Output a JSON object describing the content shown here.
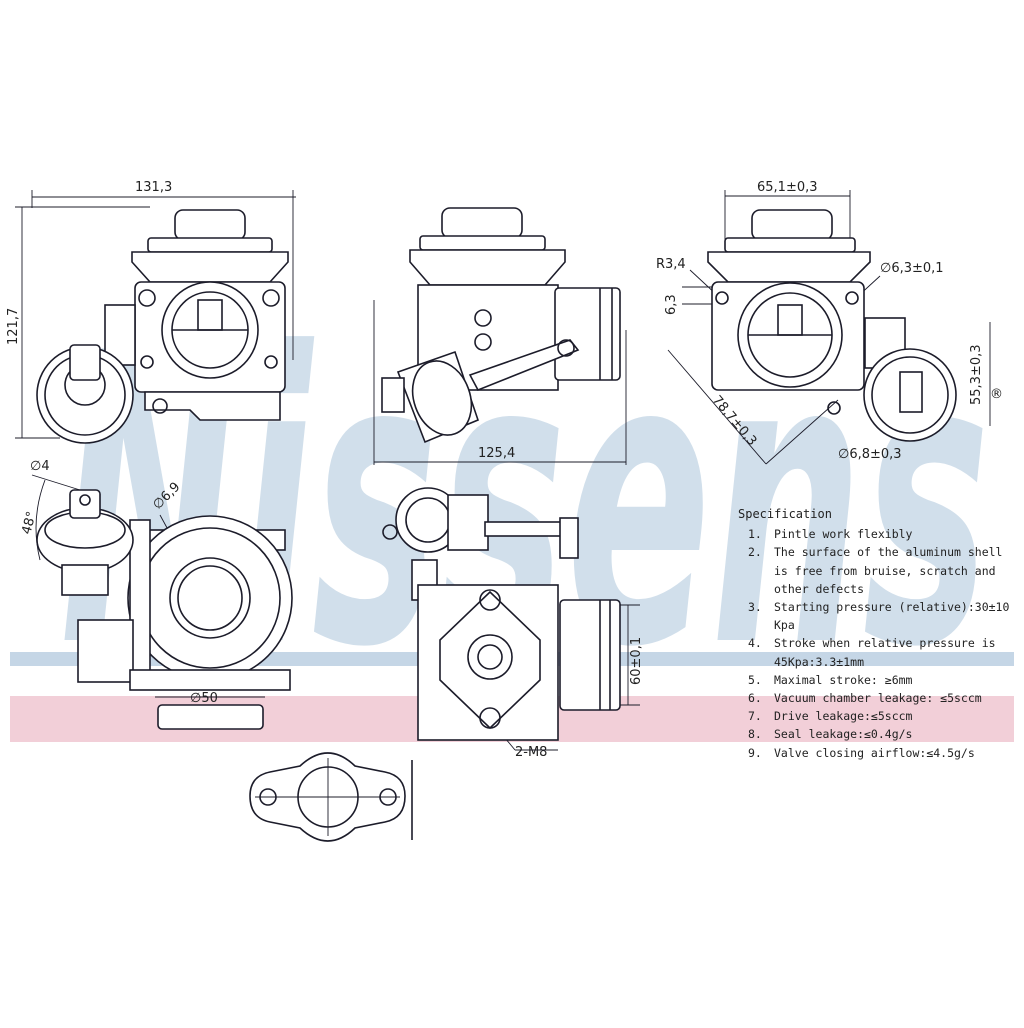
{
  "brand": {
    "watermark": "Nissens",
    "registered_mark": "®",
    "band_blue": "#c5d6e6",
    "band_pink": "#f2cfd8",
    "watermark_color": "#c9d9e8"
  },
  "dimensions": {
    "front_width": "131,3",
    "front_height": "121,7",
    "side_width": "125,4",
    "rear_width": "65,1±0,3",
    "radius": "R3,4",
    "offset": "6,3",
    "hole_a": "∅6,3±0,1",
    "diag": "78,7±0,3",
    "port": "55,3±0,3",
    "hole_b": "∅6,8±0,3",
    "bottom_d4": "∅4",
    "bottom_angle": "48°",
    "bottom_d69": "∅6,9",
    "bottom_d50": "∅50",
    "outlet_60": "60±0,1",
    "bolt": "2-M8"
  },
  "specification": {
    "title": "Specification",
    "items": [
      {
        "num": "1.",
        "text": "Pintle work flexibly"
      },
      {
        "num": "2.",
        "text": "The surface of the aluminum shell is free from bruise, scratch and other defects"
      },
      {
        "num": "3.",
        "text": "Starting pressure (relative):30±10 Kpa"
      },
      {
        "num": "4.",
        "text": "Stroke when relative pressure is 45Kpa:3.3±1mm"
      },
      {
        "num": "5.",
        "text": "Maximal stroke: ≥6mm"
      },
      {
        "num": "6.",
        "text": "Vacuum chamber leakage: ≤5sccm"
      },
      {
        "num": "7.",
        "text": "Drive leakage:≤5sccm"
      },
      {
        "num": "8.",
        "text": "Seal leakage:≤0.4g/s"
      },
      {
        "num": "9.",
        "text": "Valve closing airflow:≤4.5g/s"
      }
    ]
  }
}
